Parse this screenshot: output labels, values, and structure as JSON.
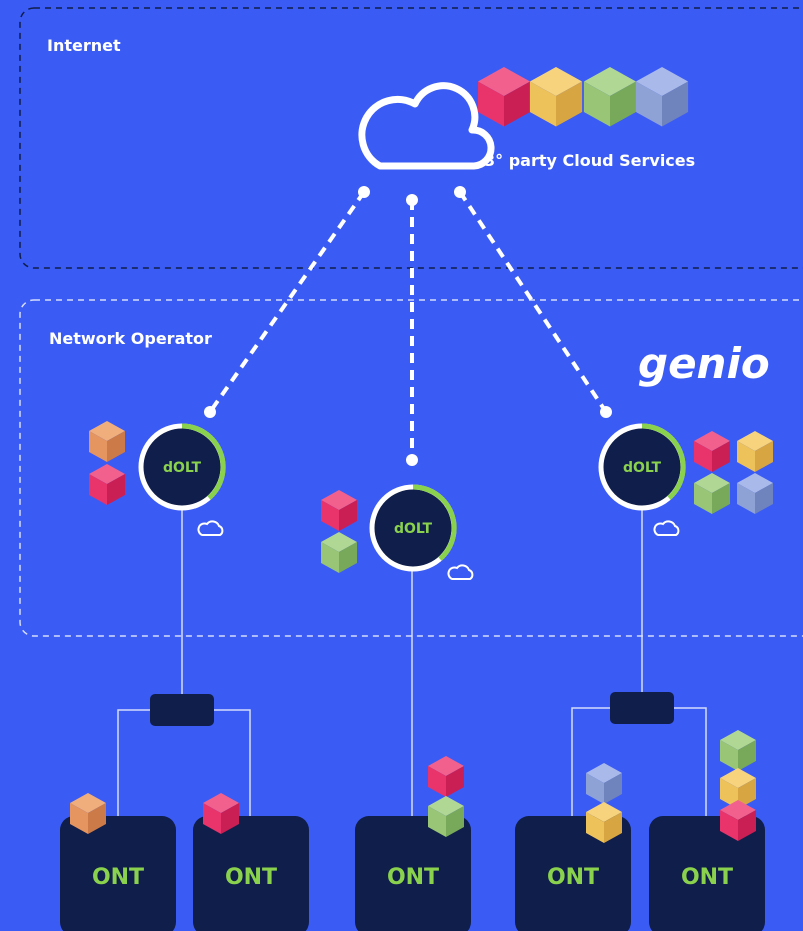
{
  "zones": {
    "internet": "Internet",
    "operator": "Network Operator"
  },
  "cloud_services_label": "3° party Cloud Services",
  "brand": "genio",
  "dolt_label": "dOLT",
  "ont_label": "ONT",
  "colors": {
    "background": "#3b5bf5",
    "navy": "#0f1e4a",
    "accent_green": "#8ad14d",
    "pink": "#e8336b",
    "orange": "#e5955f",
    "yellow": "#eec25a",
    "green": "#98c576",
    "blue_grey": "#8ea2d6"
  },
  "icons": [
    "cloud-icon",
    "small-cloud-icon",
    "cube-icon"
  ]
}
